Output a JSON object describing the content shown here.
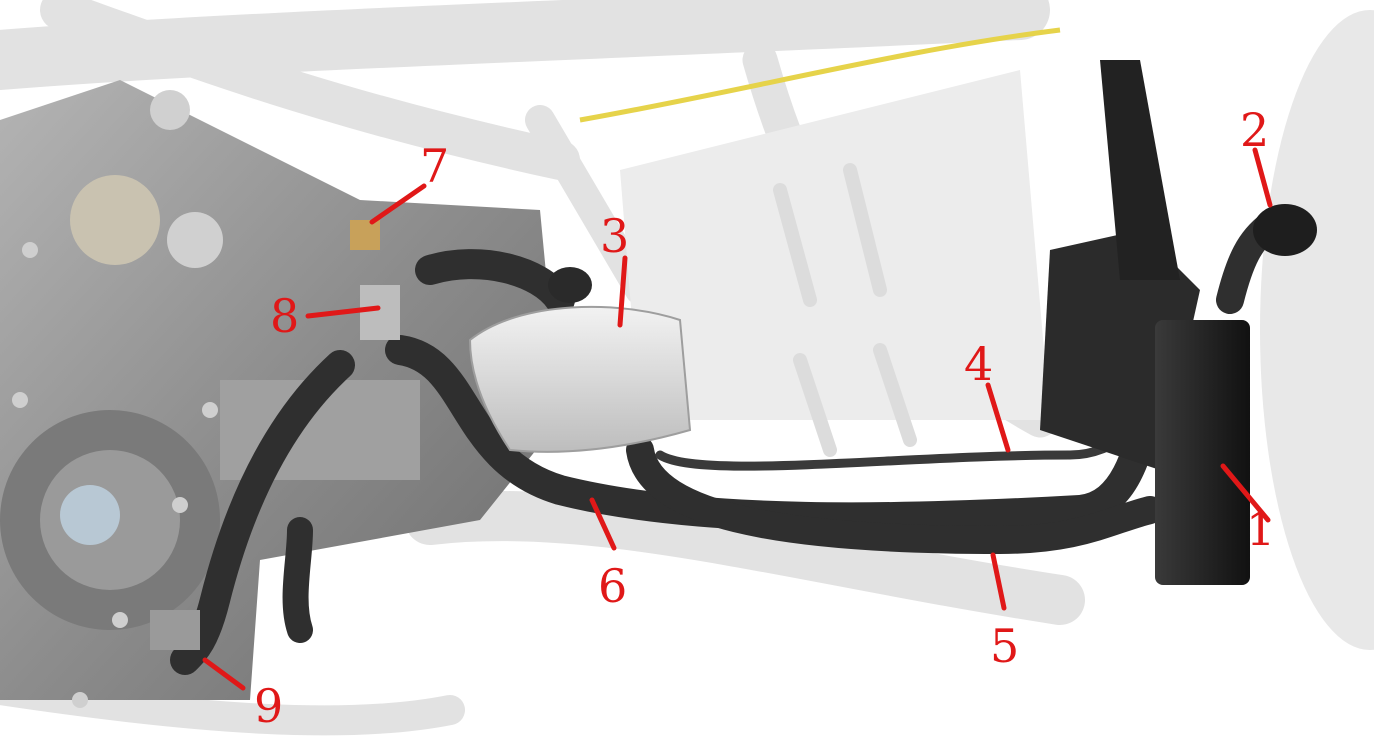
{
  "diagram": {
    "colors": {
      "callout": "#e01818",
      "hose": "#2f2f2f",
      "hose_highlight": "#5a5a5a",
      "frame_ghost": "#d9d9d9",
      "engine": "#8a8a8a",
      "tank": "#d7d7d7",
      "radiator": "#1c1c1c",
      "wire": "#e6d34a"
    },
    "components": [
      {
        "id": "radiator",
        "label": "1"
      },
      {
        "id": "radiator-cap",
        "label": "2"
      },
      {
        "id": "expansion-tank",
        "label": "3"
      },
      {
        "id": "overflow-hose",
        "label": "4"
      },
      {
        "id": "lower-radiator-hose",
        "label": "5"
      },
      {
        "id": "upper-radiator-hose",
        "label": "6"
      },
      {
        "id": "temperature-sensor",
        "label": "7"
      },
      {
        "id": "thermostat-housing",
        "label": "8"
      },
      {
        "id": "water-pump-inlet",
        "label": "9"
      }
    ]
  }
}
